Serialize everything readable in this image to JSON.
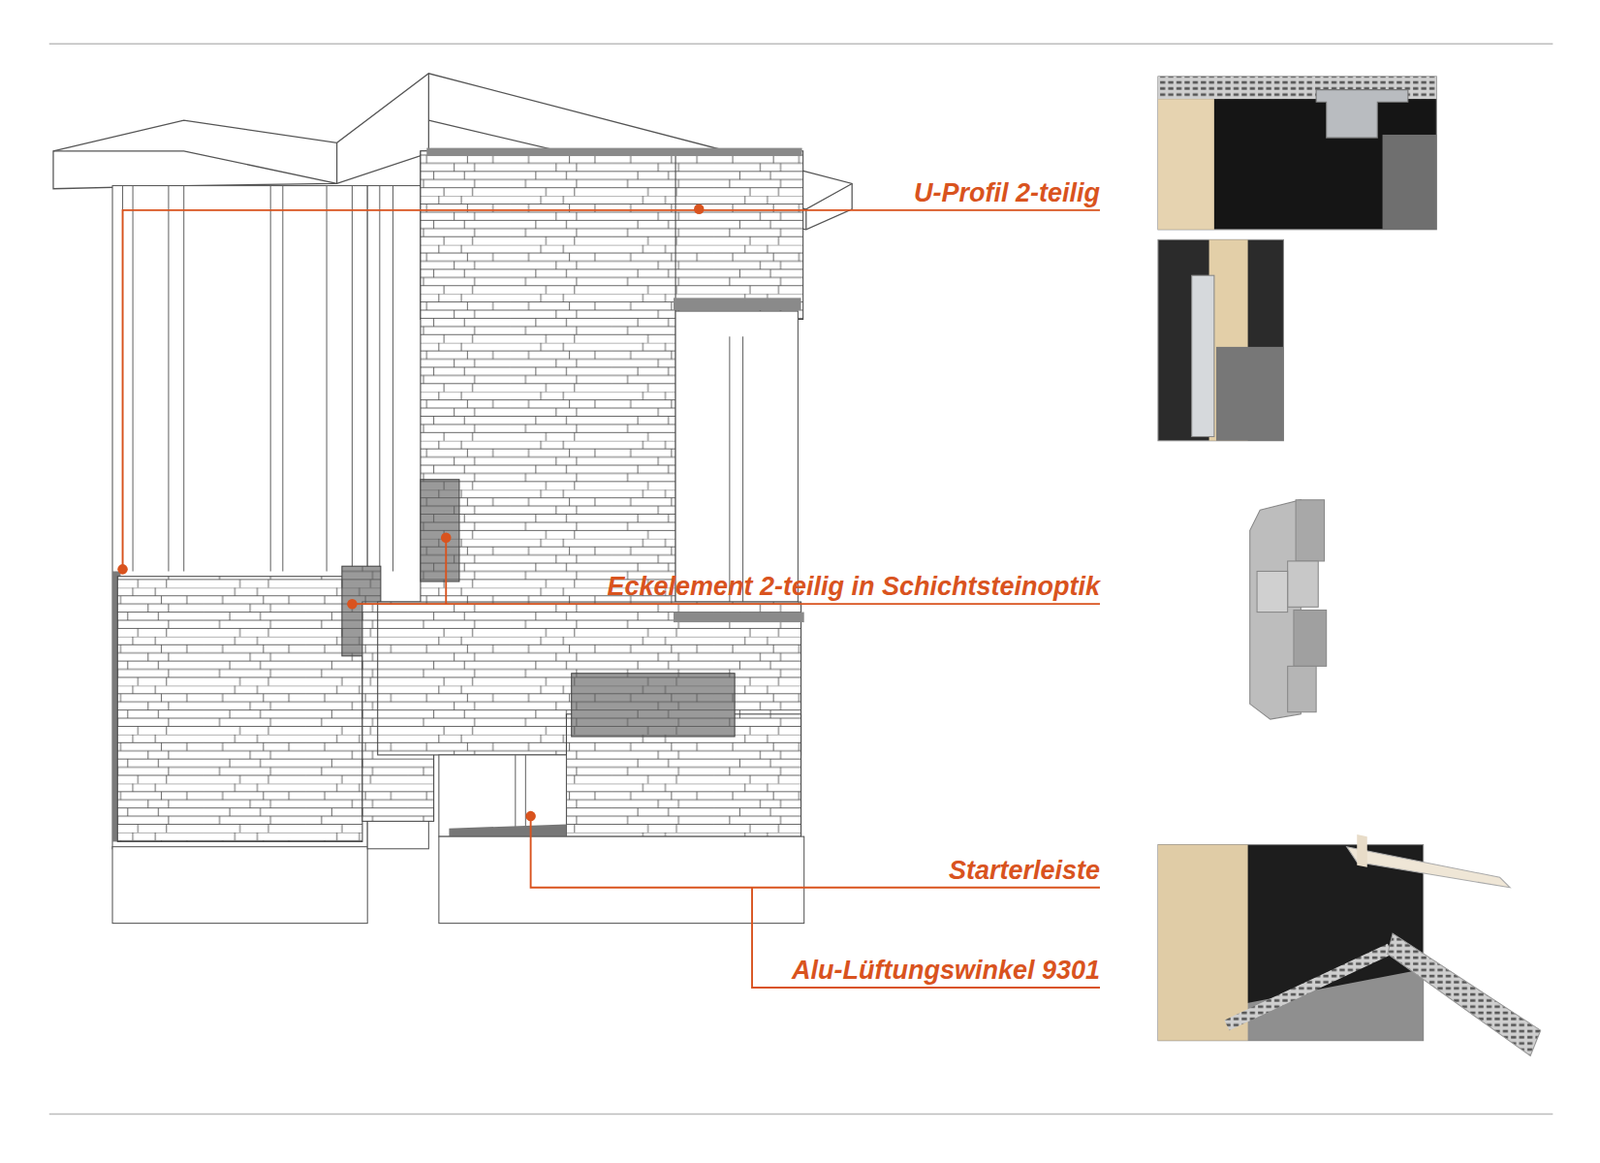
{
  "diagram": {
    "labels": [
      "U-Profil 2-teilig",
      "Eckelement 2-teilig in Schichtsteinoptik",
      "Starterleiste",
      "Alu-Lüftungswinkel 9301"
    ]
  }
}
